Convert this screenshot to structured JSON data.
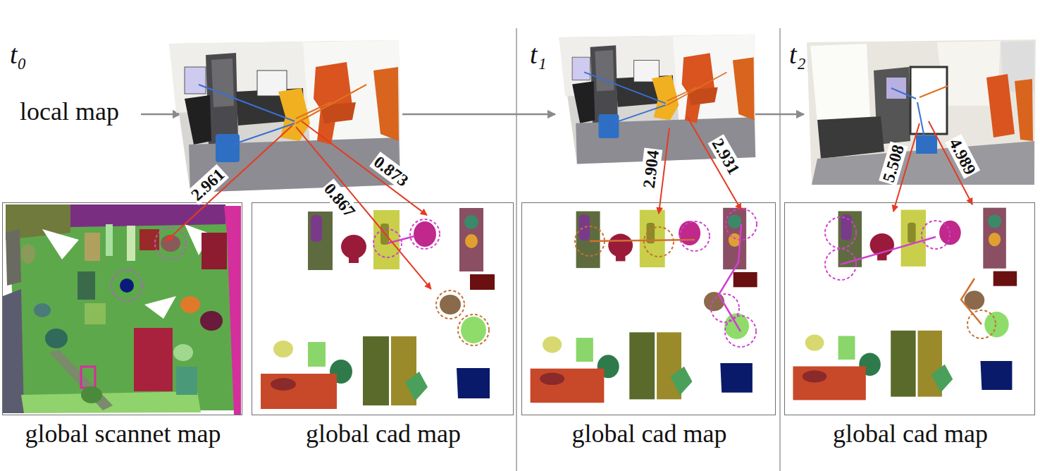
{
  "diagram": {
    "nodes": [
      {
        "text": [
          "t₀"
        ]
      },
      {
        "text": [
          "global scannet map"
        ]
      },
      {
        "text": [
          "global cad map"
        ]
      },
      {
        "text": [
          "t₁"
        ]
      },
      {
        "text": [
          "global cad map"
        ]
      },
      {
        "text": [
          "t₂"
        ]
      },
      {
        "text": [
          "global cad map"
        ]
      }
    ],
    "edges": [
      {
        "from": 0,
        "to": 3,
        "arrow": "to"
      },
      {
        "from": 3,
        "to": 5,
        "arrow": "to"
      },
      {
        "from": 0,
        "to": 1,
        "arrow": "to",
        "label": "2.961"
      },
      {
        "from": 0,
        "to": 2,
        "arrow": "to",
        "label": "0.867"
      },
      {
        "from": 0,
        "to": 2,
        "arrow": "to",
        "label": "0.873"
      },
      {
        "from": 3,
        "to": 4,
        "arrow": "to",
        "label": "2.904"
      },
      {
        "from": 3,
        "to": 4,
        "arrow": "to",
        "label": "2.931"
      },
      {
        "from": 5,
        "to": 6,
        "arrow": "to",
        "label": "5.508"
      },
      {
        "from": 5,
        "to": 6,
        "arrow": "to",
        "label": "4.989"
      }
    ],
    "labels": [
      "local map"
    ]
  }
}
